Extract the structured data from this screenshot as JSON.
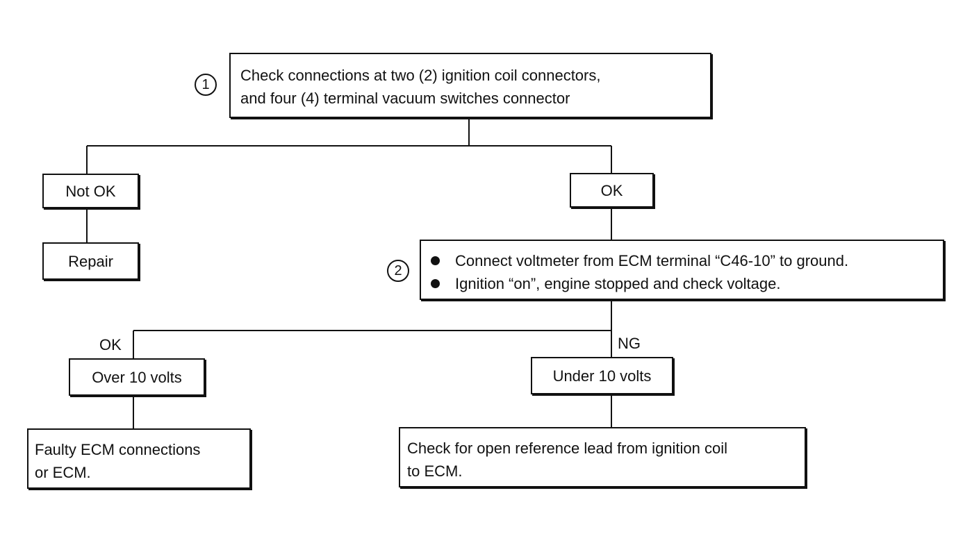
{
  "steps": {
    "step1": "1",
    "step2": "2"
  },
  "nodes": {
    "check_connections": {
      "lines": [
        "Check connections at two (2) ignition coil connectors,",
        "and four (4) terminal vacuum switches connector"
      ]
    },
    "not_ok": "Not OK",
    "ok": "OK",
    "repair": "Repair",
    "voltmeter_check": {
      "bullets": [
        "Connect voltmeter from ECM terminal “C46-10” to ground.",
        "Ignition “on”, engine stopped and check voltage."
      ]
    },
    "over_10": "Over 10 volts",
    "under_10": "Under 10 volts",
    "faulty_ecm": {
      "lines": [
        "Faulty ECM connections",
        "or ECM."
      ]
    },
    "open_lead": {
      "lines": [
        "Check for open reference lead from ignition coil",
        "to ECM."
      ]
    }
  },
  "edge_labels": {
    "ok_branch": "OK",
    "ng_branch": "NG"
  },
  "colors": {
    "ink": "#111111",
    "paper": "#ffffff"
  }
}
